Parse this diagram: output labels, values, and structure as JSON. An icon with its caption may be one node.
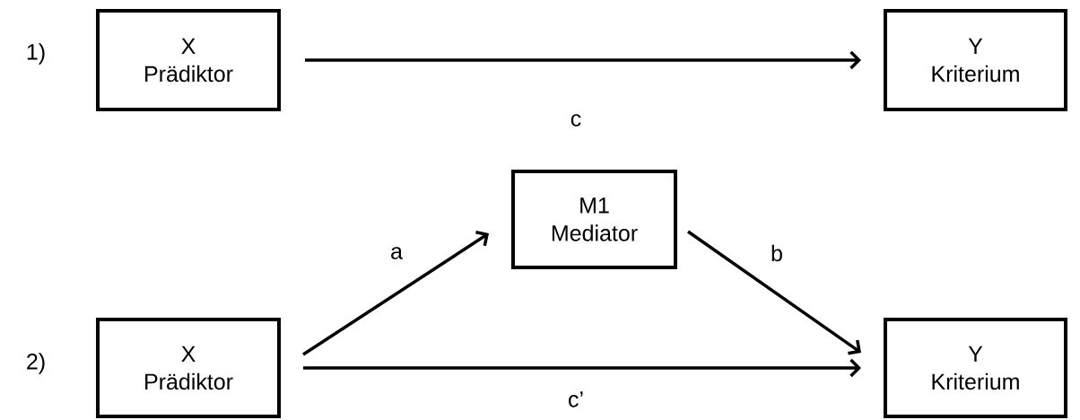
{
  "diagram": {
    "nodes": [
      {
        "text": [
          "X",
          "Prädiktor"
        ]
      },
      {
        "text": [
          "Y",
          "Kriterium"
        ]
      },
      {
        "text": [
          "M1",
          "Mediator"
        ]
      },
      {
        "text": [
          "X",
          "Prädiktor"
        ]
      },
      {
        "text": [
          "Y",
          "Kriterium"
        ]
      }
    ],
    "edges": [
      {
        "from": 0,
        "to": 1,
        "arrow": "to",
        "label": "c"
      },
      {
        "from": 3,
        "to": 2,
        "arrow": "to",
        "label": "a"
      },
      {
        "from": 2,
        "to": 4,
        "arrow": "to",
        "label": "b"
      },
      {
        "from": 3,
        "to": 4,
        "arrow": "to",
        "label": "c’"
      }
    ],
    "labels": [
      "1)",
      "2)"
    ]
  }
}
